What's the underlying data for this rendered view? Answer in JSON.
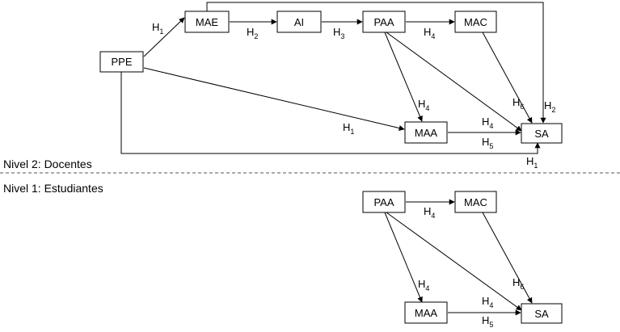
{
  "levels": {
    "teachers": "Nivel 2: Docentes",
    "students": "Nivel 1: Estudiantes"
  },
  "nodes": {
    "ppe": "PPE",
    "mae": "MAE",
    "ai": "AI",
    "paa": "PAA",
    "mac": "MAC",
    "maa": "MAA",
    "sa": "SA"
  },
  "hyp": {
    "h": "H",
    "n1": "1",
    "n2": "2",
    "n3": "3",
    "n4": "4",
    "n5": "5",
    "n6": "6"
  },
  "colors": {
    "line": "#000000",
    "divider": "#555555",
    "background": "#ffffff"
  }
}
